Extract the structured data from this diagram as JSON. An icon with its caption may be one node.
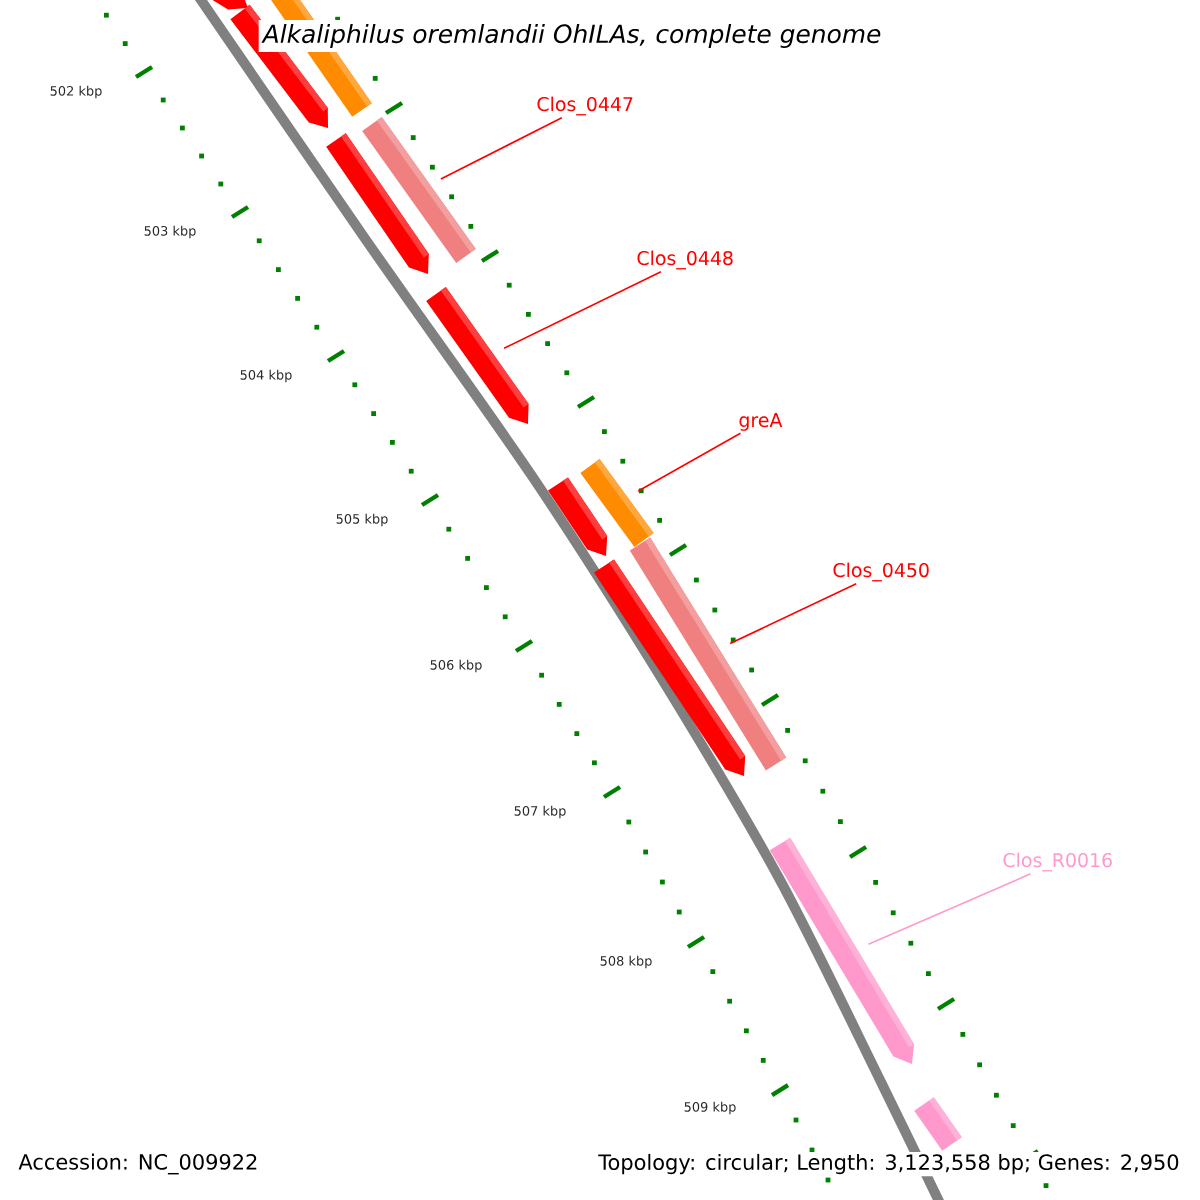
{
  "diagram": {
    "title": "Alkaliphilus oremlandii OhILAs, complete genome",
    "nodes": [
      {
        "text": [
          "Clos_0447"
        ]
      },
      {
        "text": [],
        "shape": "bar"
      },
      {
        "text": [
          "Clos_0448"
        ]
      },
      {
        "text": [],
        "shape": "arrow"
      },
      {
        "text": [
          "greA"
        ]
      },
      {
        "text": [],
        "shape": "bar"
      },
      {
        "text": [
          "Clos_0450"
        ]
      },
      {
        "text": [],
        "shape": "bar"
      },
      {
        "text": [
          "Clos_R0016"
        ]
      },
      {
        "text": [],
        "shape": "arrow"
      },
      {
        "text": [],
        "shape": "arrow"
      },
      {
        "text": [],
        "shape": "bar"
      },
      {
        "text": [],
        "shape": "arrow"
      },
      {
        "text": [],
        "shape": "arrow"
      },
      {
        "text": [],
        "shape": "arrow"
      },
      {
        "text": [],
        "shape": "arrow"
      },
      {
        "text": [],
        "shape": "bar"
      }
    ],
    "edges": [
      {
        "from": 0,
        "to": 1,
        "arrow": "none"
      },
      {
        "from": 2,
        "to": 3,
        "arrow": "none"
      },
      {
        "from": 4,
        "to": 5,
        "arrow": "none"
      },
      {
        "from": 6,
        "to": 7,
        "arrow": "none"
      },
      {
        "from": 8,
        "to": 9,
        "arrow": "none",
        "color": "#ff99cc"
      }
    ],
    "labels": [
      "502 kbp",
      "503 kbp",
      "504 kbp",
      "505 kbp",
      "506 kbp",
      "507 kbp",
      "508 kbp",
      "509 kbp",
      "Accession: NC_009922",
      "Topology: circular; Length: 3,123,558 bp; Genes: 2,950"
    ]
  }
}
